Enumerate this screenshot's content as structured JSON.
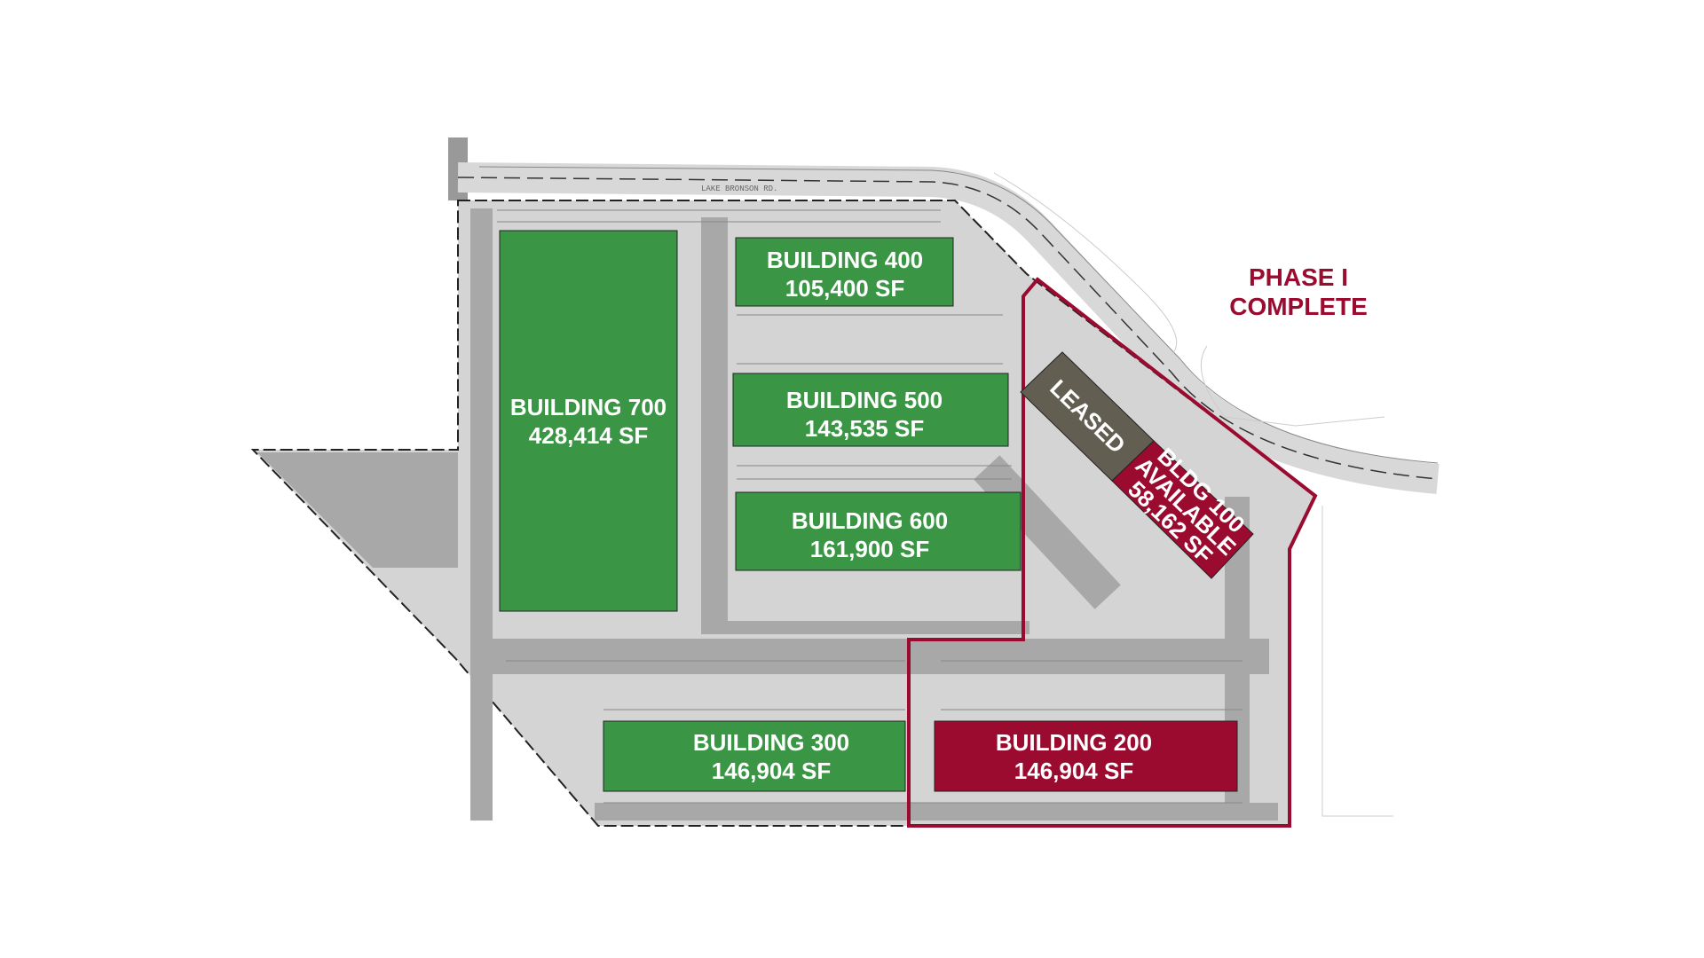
{
  "phase_label": {
    "line1": "PHASE I",
    "line2": "COMPLETE"
  },
  "road_label": "LAKE BRONSON RD.",
  "buildings": [
    {
      "name": "BUILDING 700",
      "area": "428,414 SF",
      "status": "complete"
    },
    {
      "name": "BUILDING 400",
      "area": "105,400 SF",
      "status": "complete"
    },
    {
      "name": "BUILDING 500",
      "area": "143,535 SF",
      "status": "complete"
    },
    {
      "name": "BUILDING 600",
      "area": "161,900 SF",
      "status": "complete"
    },
    {
      "name": "BUILDING 300",
      "area": "146,904 SF",
      "status": "complete"
    },
    {
      "name": "BUILDING 200",
      "area": "146,904 SF",
      "status": "phase"
    }
  ],
  "leased": {
    "label": "LEASED"
  },
  "bldg100": {
    "line1": "BLDG 100",
    "line2": "AVAILABLE",
    "line3": "58,162 SF"
  },
  "colors": {
    "green": "#3a9645",
    "red": "#9b0a2f",
    "leased": "#625f52",
    "pavement": "#a8a8a8",
    "lot": "#d4d4d4"
  }
}
